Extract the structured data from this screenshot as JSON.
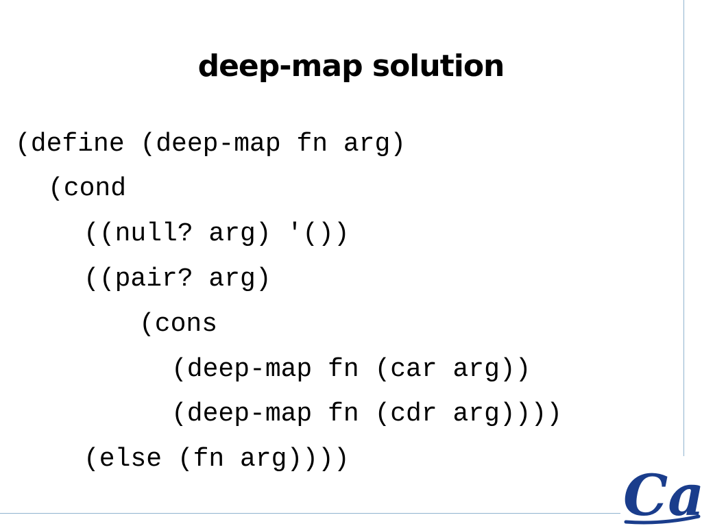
{
  "slide": {
    "title": "deep-map solution",
    "code_lines": [
      "(define (deep-map fn arg)",
      "(cond",
      "((null? arg) '())",
      "((pair? arg)",
      "(cons",
      "(deep-map fn (car arg))",
      "(deep-map fn (cdr arg))))",
      "(else (fn arg))))"
    ]
  },
  "logo": {
    "icon": "cal-logo-icon",
    "text": "Cal",
    "color": "#1a3d8c"
  },
  "colors": {
    "rule": "#8fb2cf",
    "text": "#000000",
    "background": "#ffffff"
  }
}
